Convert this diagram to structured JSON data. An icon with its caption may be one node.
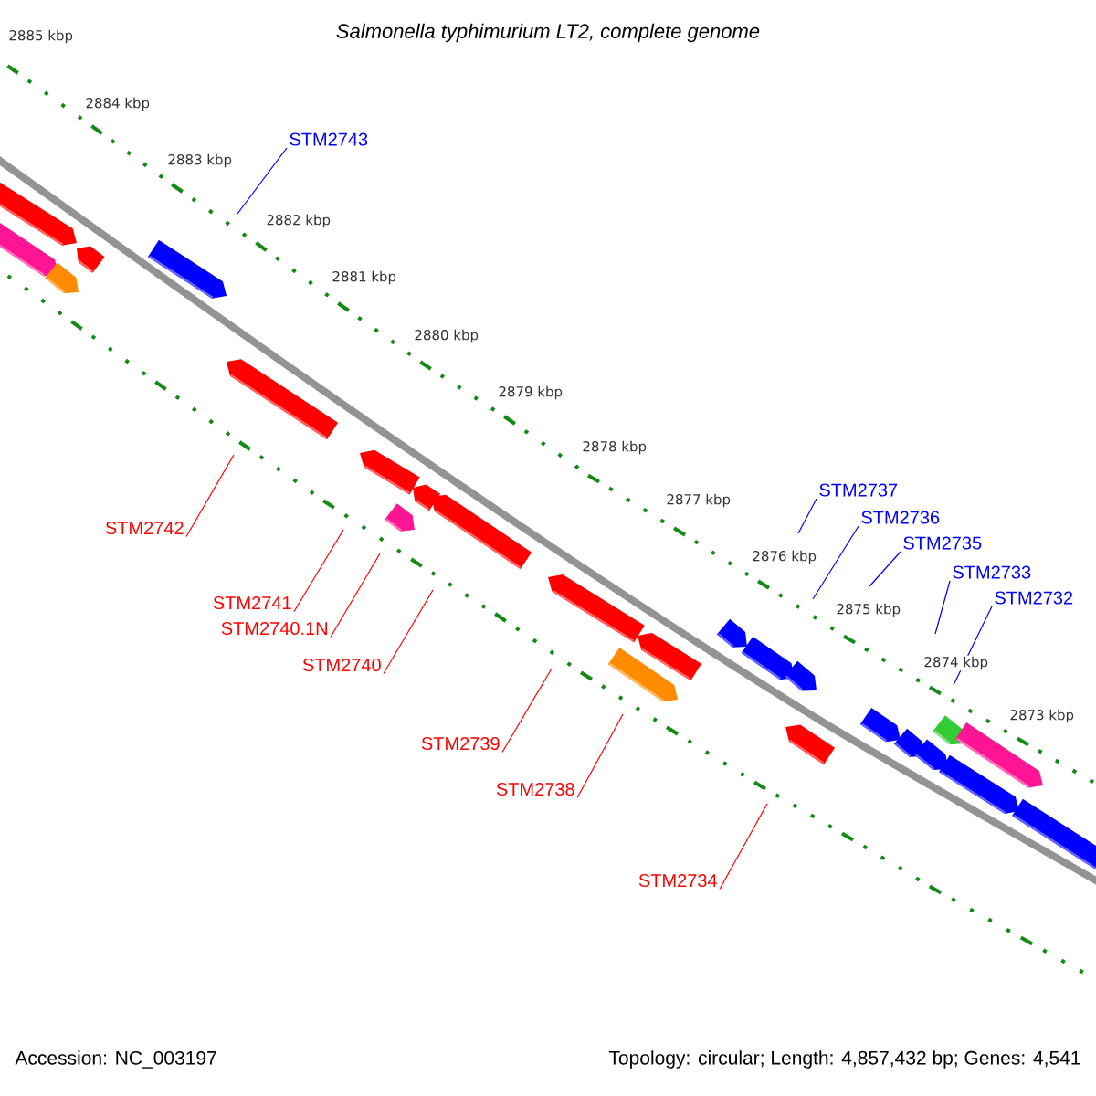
{
  "diagram": {
    "title": "Salmonella typhimurium LT2, complete genome",
    "nodes": [
      {
        "text": [
          "STM2743"
        ]
      },
      {
        "text": [
          "STM2737"
        ]
      },
      {
        "text": [
          "STM2736"
        ]
      },
      {
        "text": [
          "STM2735"
        ]
      },
      {
        "text": [
          "STM2733"
        ]
      },
      {
        "text": [
          "STM2732"
        ]
      },
      {
        "text": [
          "STM2742"
        ]
      },
      {
        "text": [
          "STM2741"
        ]
      },
      {
        "text": [
          "STM2740.1N"
        ]
      },
      {
        "text": [
          "STM2740"
        ]
      },
      {
        "text": [
          "STM2739"
        ]
      },
      {
        "text": [
          "STM2738"
        ]
      },
      {
        "text": [
          "STM2734"
        ]
      }
    ],
    "edges": [
      {
        "from": 0,
        "to": null,
        "arrow": "none",
        "color": "#0000ff"
      },
      {
        "from": 1,
        "to": null,
        "arrow": "none",
        "color": "#0000ff"
      },
      {
        "from": 2,
        "to": null,
        "arrow": "none",
        "color": "#0000ff"
      },
      {
        "from": 3,
        "to": null,
        "arrow": "none",
        "color": "#0000ff"
      },
      {
        "from": 4,
        "to": null,
        "arrow": "none",
        "color": "#0000ff"
      },
      {
        "from": 5,
        "to": null,
        "arrow": "none",
        "color": "#0000ff"
      },
      {
        "from": 6,
        "to": null,
        "arrow": "none"
      },
      {
        "from": 7,
        "to": null,
        "arrow": "none"
      },
      {
        "from": 8,
        "to": null,
        "arrow": "none"
      },
      {
        "from": 9,
        "to": null,
        "arrow": "none"
      },
      {
        "from": 10,
        "to": null,
        "arrow": "none"
      },
      {
        "from": 11,
        "to": null,
        "arrow": "none"
      },
      {
        "from": 12,
        "to": null,
        "arrow": "none"
      }
    ],
    "labels": [
      "2885 kbp",
      "2884 kbp",
      "2883 kbp",
      "2882 kbp",
      "2881 kbp",
      "2880 kbp",
      "2879 kbp",
      "2878 kbp",
      "2877 kbp",
      "2876 kbp",
      "2875 kbp",
      "2874 kbp",
      "2873 kbp",
      "Accession: NC_003197",
      "Topology: circular; Length: 4,857,432 bp; Genes: 4,541"
    ]
  }
}
